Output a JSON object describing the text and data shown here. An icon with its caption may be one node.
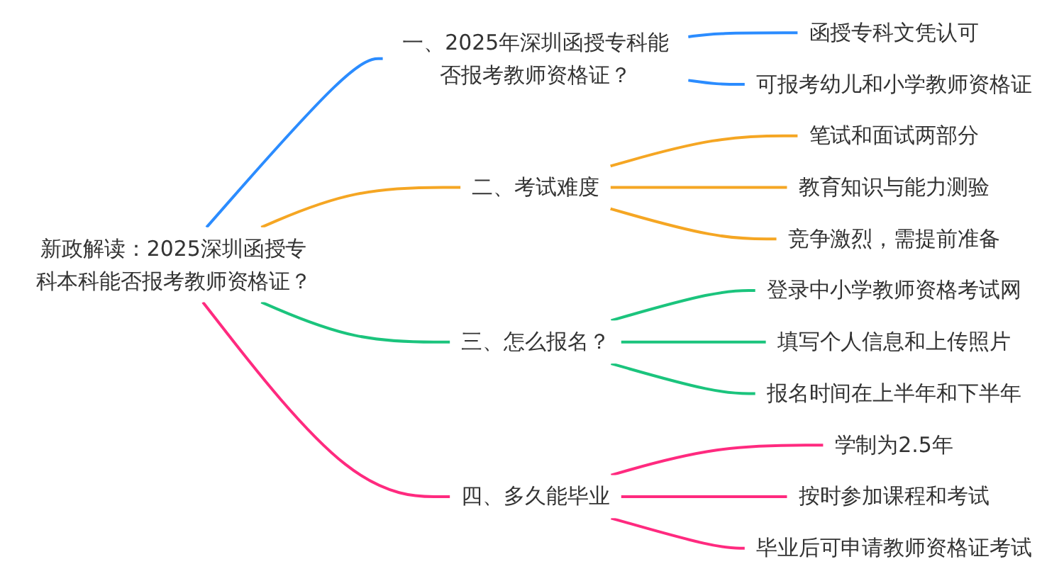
{
  "diagram": {
    "nodes": [
      {
        "text": [
          "新政解读：2025深圳函授专科本科能否报考教师资格证？"
        ]
      },
      {
        "text": [
          "一、2025年深圳函授专科能否报考教师资格证？"
        ]
      },
      {
        "text": [
          "函授专科文凭认可"
        ]
      },
      {
        "text": [
          "可报考幼儿和小学教师资格证"
        ]
      },
      {
        "text": [
          "二、考试难度"
        ]
      },
      {
        "text": [
          "笔试和面试两部分"
        ]
      },
      {
        "text": [
          "教育知识与能力测验"
        ]
      },
      {
        "text": [
          "竞争激烈，需提前准备"
        ]
      },
      {
        "text": [
          "三、怎么报名？"
        ]
      },
      {
        "text": [
          "登录中小学教师资格考试网"
        ]
      },
      {
        "text": [
          "填写个人信息和上传照片"
        ]
      },
      {
        "text": [
          "报名时间在上半年和下半年"
        ]
      },
      {
        "text": [
          "四、多久能毕业"
        ]
      },
      {
        "text": [
          "学制为2.5年"
        ]
      },
      {
        "text": [
          "按时参加课程和考试"
        ]
      },
      {
        "text": [
          "毕业后可申请教师资格证考试"
        ]
      }
    ],
    "edges": [
      {
        "from": 0,
        "to": 1,
        "arrow": "none",
        "color": "#2b8cff"
      },
      {
        "from": 1,
        "to": 2,
        "arrow": "none",
        "color": "#2b8cff"
      },
      {
        "from": 1,
        "to": 3,
        "arrow": "none",
        "color": "#2b8cff"
      },
      {
        "from": 0,
        "to": 4,
        "arrow": "none",
        "color": "#f5a623"
      },
      {
        "from": 4,
        "to": 5,
        "arrow": "none",
        "color": "#f5a623"
      },
      {
        "from": 4,
        "to": 6,
        "arrow": "none",
        "color": "#f5a623"
      },
      {
        "from": 4,
        "to": 7,
        "arrow": "none",
        "color": "#f5a623"
      },
      {
        "from": 0,
        "to": 8,
        "arrow": "none",
        "color": "#1bc47d"
      },
      {
        "from": 8,
        "to": 9,
        "arrow": "none",
        "color": "#1bc47d"
      },
      {
        "from": 8,
        "to": 10,
        "arrow": "none",
        "color": "#1bc47d"
      },
      {
        "from": 8,
        "to": 11,
        "arrow": "none",
        "color": "#1bc47d"
      },
      {
        "from": 0,
        "to": 12,
        "arrow": "none",
        "color": "#ff2a7f"
      },
      {
        "from": 12,
        "to": 13,
        "arrow": "none",
        "color": "#ff2a7f"
      },
      {
        "from": 12,
        "to": 14,
        "arrow": "none",
        "color": "#ff2a7f"
      },
      {
        "from": 12,
        "to": 15,
        "arrow": "none",
        "color": "#ff2a7f"
      }
    ]
  }
}
